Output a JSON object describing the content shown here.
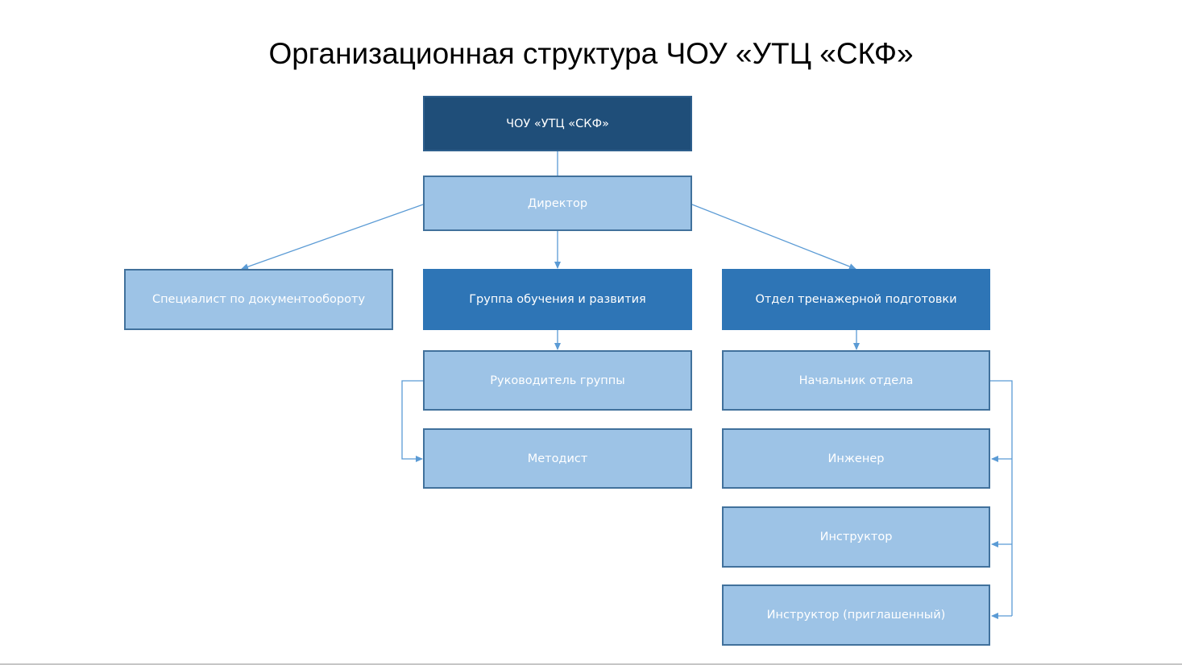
{
  "title": "Организационная структура ЧОУ «УТЦ «СКФ»",
  "colors": {
    "root": "#1f4e79",
    "department": "#2e75b6",
    "position": "#9dc3e6",
    "connector": "#5b9bd5",
    "text": "#ffffff"
  },
  "nodes": {
    "root": "ЧОУ «УТЦ «СКФ»",
    "director": "Директор",
    "doc_specialist": "Специалист по документообороту",
    "training_group": "Группа обучения и развития",
    "simulator_dept": "Отдел тренажерной подготовки",
    "group_head": "Руководитель группы",
    "methodist": "Методист",
    "dept_head": "Начальник отдела",
    "engineer": "Инженер",
    "instructor": "Инструктор",
    "guest_instructor": "Инструктор (приглашенный)"
  }
}
